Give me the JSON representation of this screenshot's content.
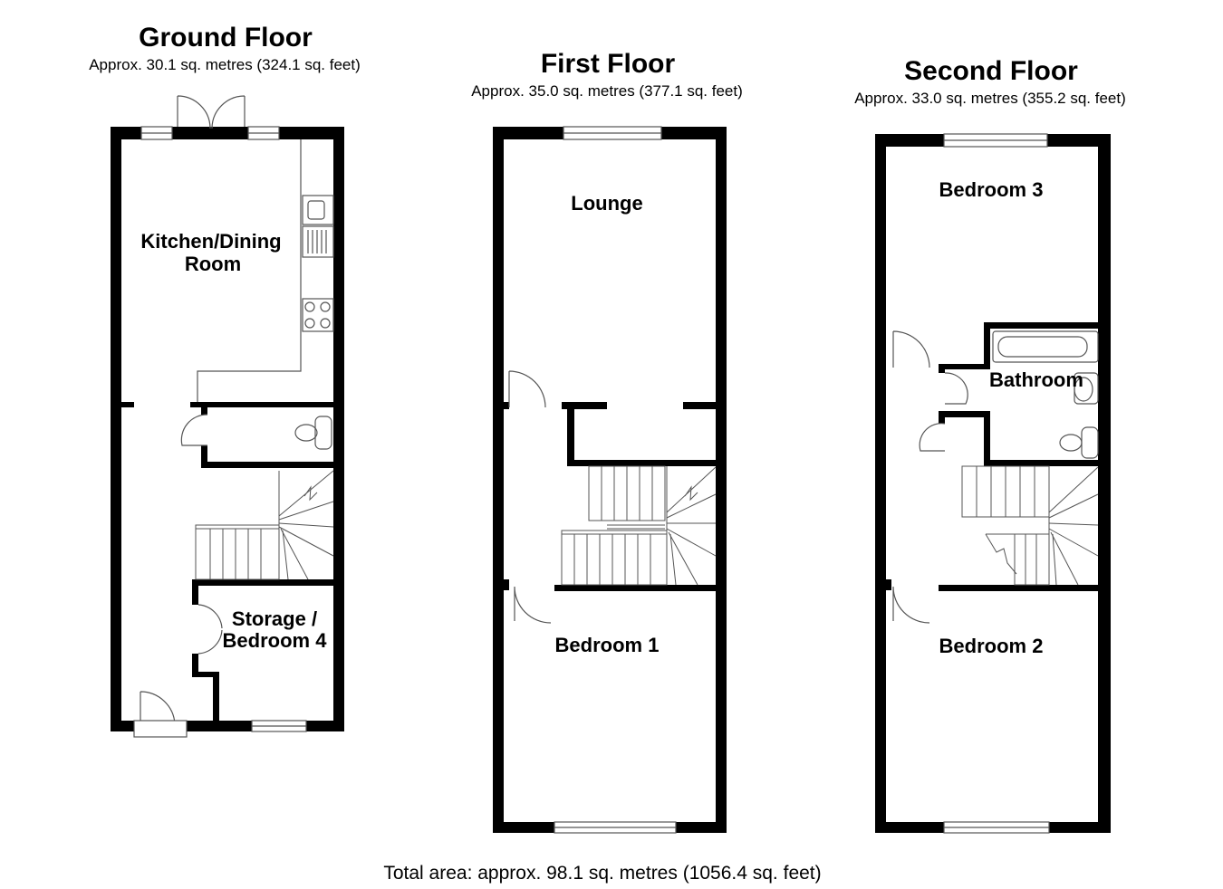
{
  "floors": [
    {
      "title": "Ground Floor",
      "area": "Approx. 30.1 sq. metres (324.1 sq. feet)",
      "rooms": [
        {
          "label_lines": [
            "Kitchen/Dining",
            "Room"
          ]
        },
        {
          "label_lines": [
            "Storage /",
            "Bedroom 4"
          ]
        }
      ]
    },
    {
      "title": "First Floor",
      "area": "Approx. 35.0 sq. metres (377.1 sq. feet)",
      "rooms": [
        {
          "label_lines": [
            "Lounge"
          ]
        },
        {
          "label_lines": [
            "Bedroom 1"
          ]
        }
      ]
    },
    {
      "title": "Second Floor",
      "area": "Approx. 33.0 sq. metres (355.2 sq. feet)",
      "rooms": [
        {
          "label_lines": [
            "Bedroom 3"
          ]
        },
        {
          "label_lines": [
            "Bathroom"
          ]
        },
        {
          "label_lines": [
            "Bedroom 2"
          ]
        }
      ]
    }
  ],
  "total_area": "Total area: approx. 98.1 sq. metres (1056.4 sq. feet)",
  "colors": {
    "wall": "#000000",
    "fixture_line": "#555555",
    "background": "#ffffff"
  }
}
